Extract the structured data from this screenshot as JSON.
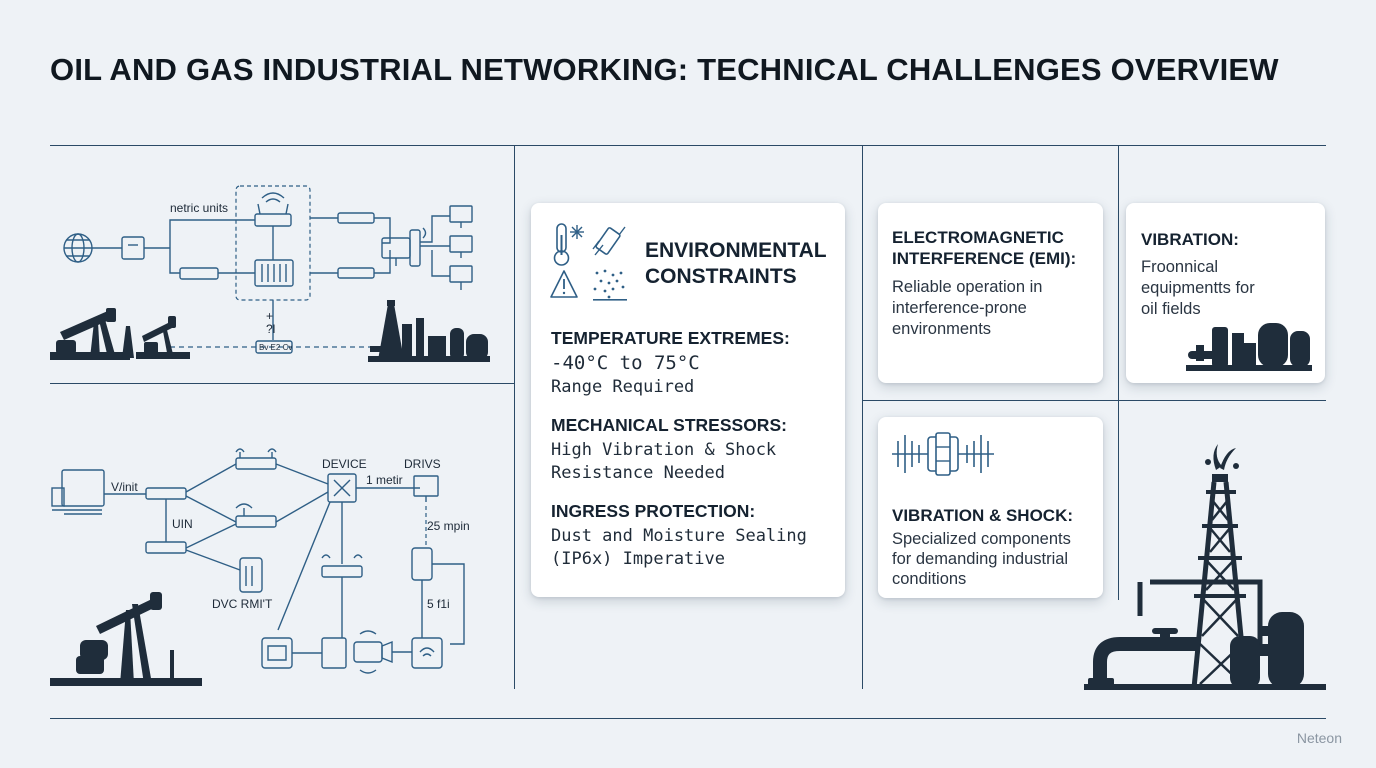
{
  "title": "OIL AND GAS INDUSTRIAL NETWORKING: TECHNICAL CHALLENGES OVERVIEW",
  "diagram_top": {
    "label_metric": "netric units",
    "label_plus": "+",
    "label_q": "?l",
    "label_box": "Bv E2 Cv"
  },
  "diagram_bottom": {
    "label_unit": "V/init",
    "label_uin": "UIN",
    "label_device": "DEVICE",
    "label_drivs": "DRIVS",
    "label_metir": "1 metir",
    "label_25": "25 mpin",
    "label_dvc": "DVC RMI'T",
    "label_5": "5 f1i"
  },
  "environmental": {
    "title_line1": "ENVIRONMENTAL",
    "title_line2": "CONSTRAINTS",
    "temperature": {
      "heading": "TEMPERATURE EXTREMES:",
      "line1": "-40°C to 75°C",
      "line2": "Range Required"
    },
    "mechanical": {
      "heading": "MECHANICAL STRESSORS:",
      "line1": "High Vibration & Shock",
      "line2": "Resistance Needed"
    },
    "ingress": {
      "heading": "INGRESS PROTECTION:",
      "line1": "Dust and Moisture Sealing",
      "line2": "(IP6x) Imperative"
    }
  },
  "emi": {
    "heading_line1": "ELECTROMAGNETIC",
    "heading_line2": "INTERFERENCE (EMI):",
    "text_line1": "Reliable operation in",
    "text_line2": "interference-prone",
    "text_line3": "environments"
  },
  "vibration": {
    "heading": "VIBRATION:",
    "text_line1": "Froonnical",
    "text_line2": "equipmentts for",
    "text_line3": "oil fields"
  },
  "vibration_shock": {
    "heading": "VIBRATION & SHOCK:",
    "text_line1": "Specialized components",
    "text_line2": "for demanding industrial",
    "text_line3": "conditions"
  },
  "brand": "Neteon"
}
